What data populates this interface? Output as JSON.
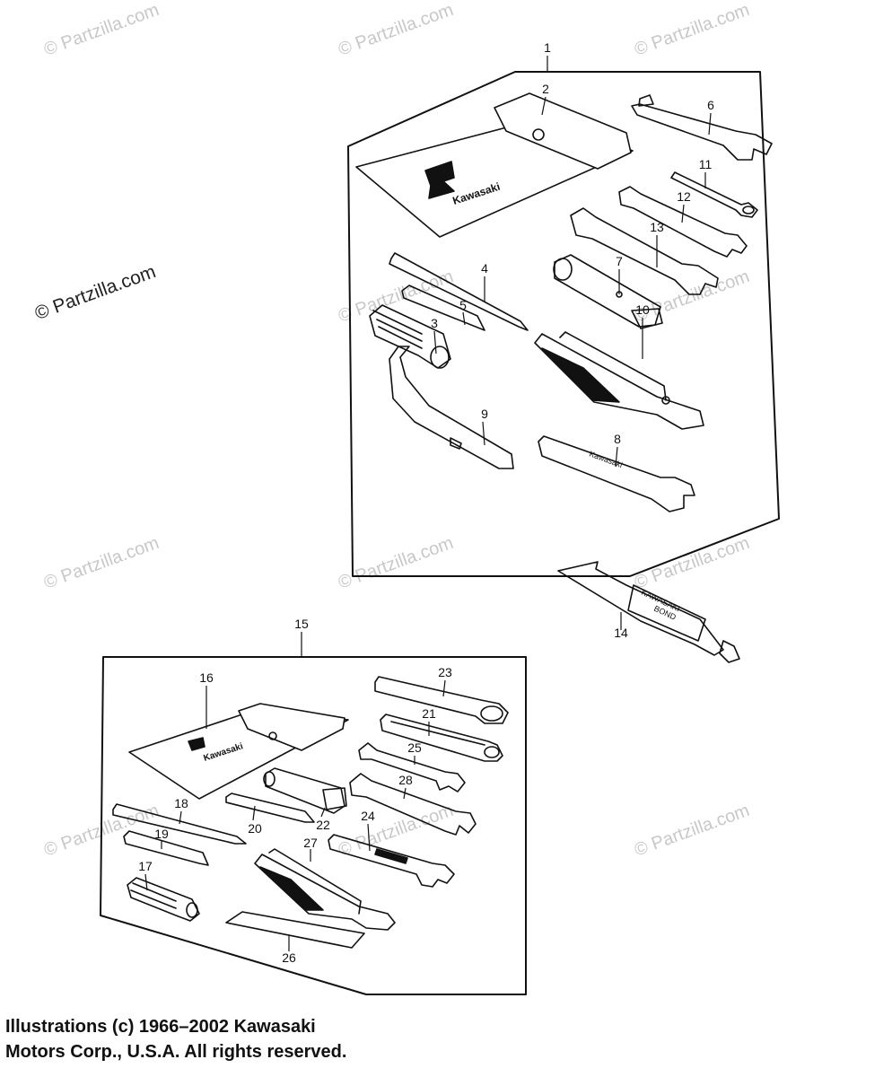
{
  "watermark": {
    "text": "© Partzilla.com",
    "main_text": "© Partzilla.com"
  },
  "callouts": [
    {
      "id": "1",
      "label": "1"
    },
    {
      "id": "2",
      "label": "2"
    },
    {
      "id": "3",
      "label": "3"
    },
    {
      "id": "4",
      "label": "4"
    },
    {
      "id": "5",
      "label": "5"
    },
    {
      "id": "6",
      "label": "6"
    },
    {
      "id": "7",
      "label": "7"
    },
    {
      "id": "8",
      "label": "8"
    },
    {
      "id": "9",
      "label": "9"
    },
    {
      "id": "10",
      "label": "10"
    },
    {
      "id": "11",
      "label": "11"
    },
    {
      "id": "12",
      "label": "12"
    },
    {
      "id": "13",
      "label": "13"
    },
    {
      "id": "14",
      "label": "14"
    },
    {
      "id": "15",
      "label": "15"
    },
    {
      "id": "16",
      "label": "16"
    },
    {
      "id": "17",
      "label": "17"
    },
    {
      "id": "18",
      "label": "18"
    },
    {
      "id": "19",
      "label": "19"
    },
    {
      "id": "20",
      "label": "20"
    },
    {
      "id": "21",
      "label": "21"
    },
    {
      "id": "22",
      "label": "22"
    },
    {
      "id": "23",
      "label": "23"
    },
    {
      "id": "24",
      "label": "24"
    },
    {
      "id": "25",
      "label": "25"
    },
    {
      "id": "26",
      "label": "26"
    },
    {
      "id": "27",
      "label": "27"
    },
    {
      "id": "28",
      "label": "28"
    }
  ],
  "brand_text": {
    "pouch_brand": "Kawasaki",
    "tube_line1": "KAWASAKI",
    "tube_line2": "BOND",
    "wrench_brand": "Kawasaki"
  },
  "copyright": {
    "line1": "Illustrations (c) 1966–2002 Kawasaki",
    "line2": "Motors Corp., U.S.A.  All rights reserved."
  }
}
